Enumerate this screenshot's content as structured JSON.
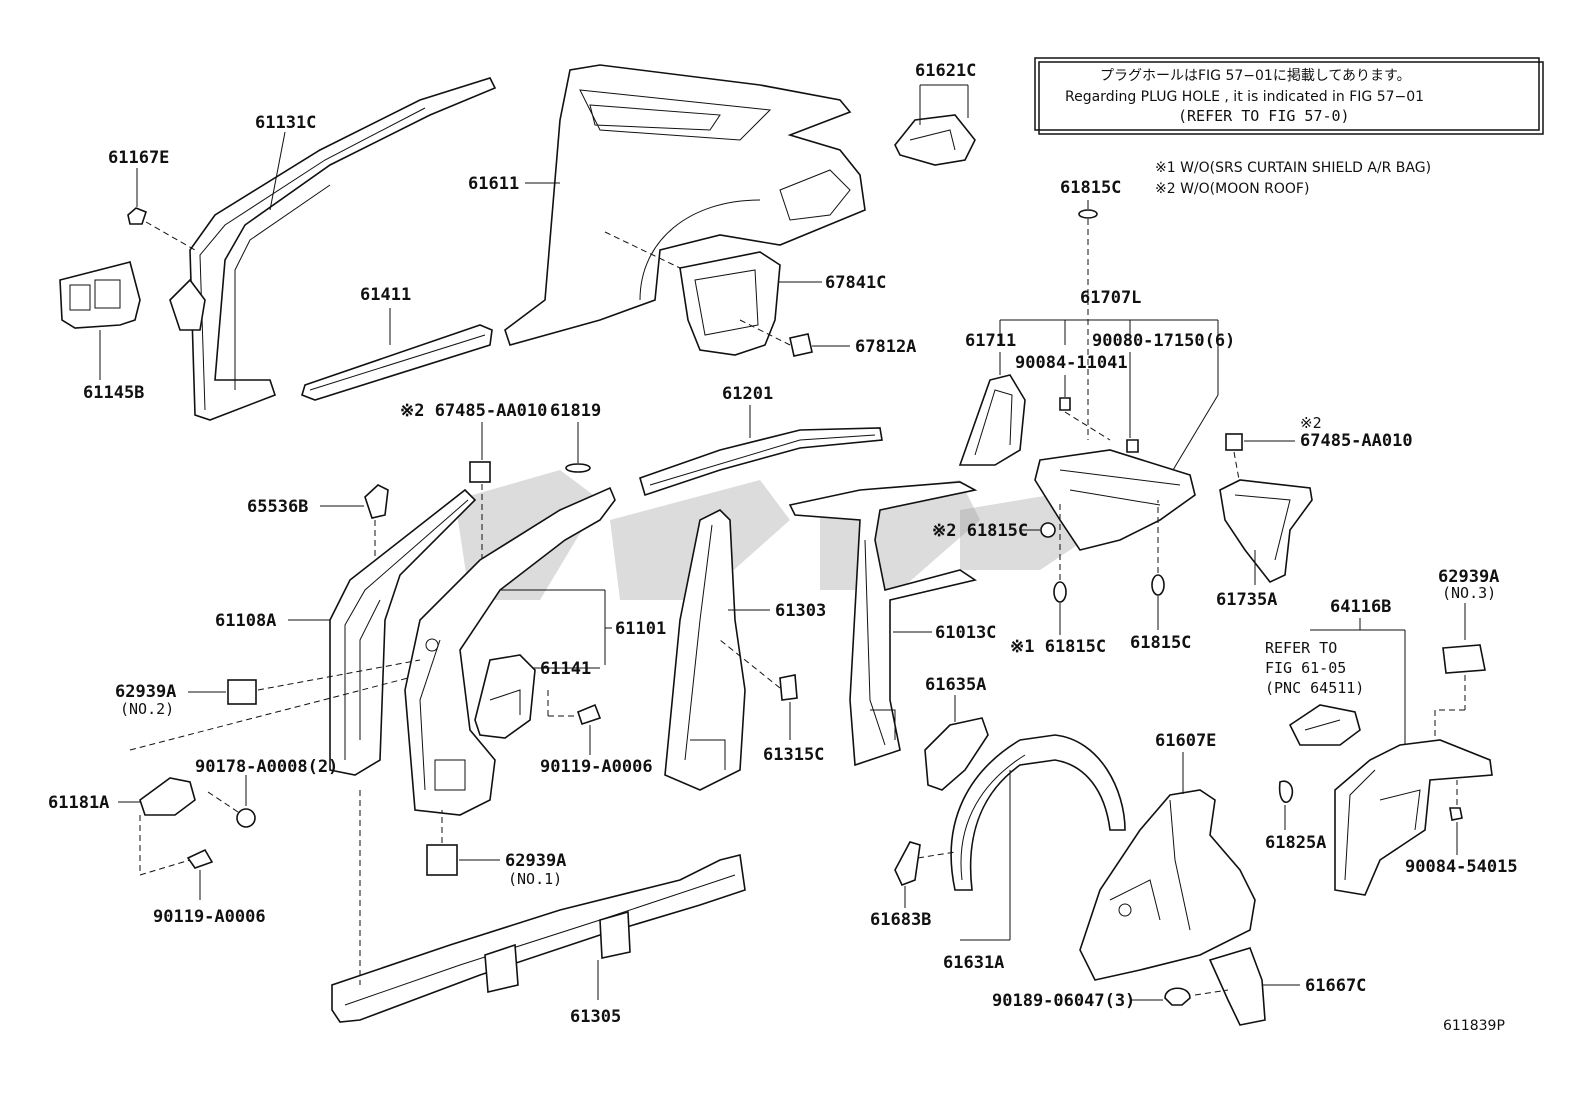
{
  "notice": {
    "line1": "プラグホールはFIG 57−01に掲載してあります。",
    "line2": "Regarding  PLUG HOLE , it is indicated in FIG  57−01",
    "line3": "(REFER TO FIG 57-0)"
  },
  "legend": {
    "note1": "※1 W/O(SRS CURTAIN SHIELD A/R BAG)",
    "note2": "※2 W/O(MOON ROOF)"
  },
  "labels": {
    "p61131C": "61131C",
    "p61167E": "61167E",
    "p61145B": "61145B",
    "p61611": "61611",
    "p61411": "61411",
    "p61621C": "61621C",
    "p67841C": "67841C",
    "p67812A": "67812A",
    "p61815C_top": "61815C",
    "p61707L": "61707L",
    "p61711": "61711",
    "p90084_11041": "90084-11041",
    "p90080_17150": "90080-17150(6)",
    "p67485_left": "※2 67485-AA010",
    "p61819": "61819",
    "p61201": "61201",
    "p65536B": "65536B",
    "p61815C_mid": "※2 61815C",
    "p67485_right_mark": "※2",
    "p67485_right": "67485-AA010",
    "p61735A": "61735A",
    "p61108A": "61108A",
    "p61101": "61101",
    "p61303": "61303",
    "p61013C": "61013C",
    "p61815C_w1": "※1 61815C",
    "p61815C_r": "61815C",
    "p62939A_no3": "62939A",
    "no3": "(NO.3)",
    "p64116B": "64116B",
    "refer1": "REFER TO",
    "refer2": "FIG 61-05",
    "refer3": "(PNC 64511)",
    "p62939A_no2": "62939A",
    "no2": "(NO.2)",
    "p61141": "61141",
    "p61635A": "61635A",
    "p90178": "90178-A0008(2)",
    "p90119_mid": "90119-A0006",
    "p61315C": "61315C",
    "p61607E": "61607E",
    "p61181A": "61181A",
    "p61825A": "61825A",
    "p90084_54015": "90084-54015",
    "p62939A_no1": "62939A",
    "no1": "(NO.1)",
    "p90119_left": "90119-A0006",
    "p61683B": "61683B",
    "p61631A": "61631A",
    "p61305": "61305",
    "p90189": "90189-06047(3)",
    "p61667C": "61667C",
    "figure_code": "611839P"
  }
}
